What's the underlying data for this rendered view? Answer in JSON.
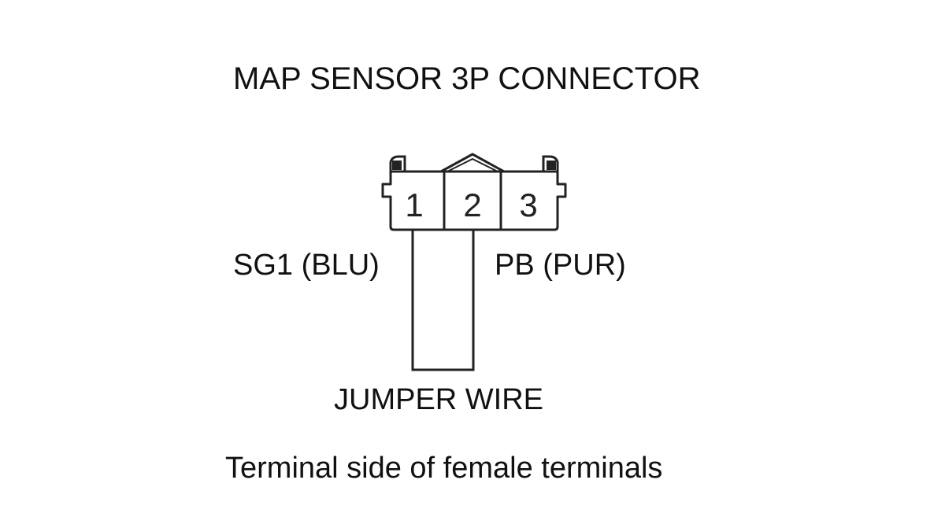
{
  "diagram": {
    "title": "MAP SENSOR 3P CONNECTOR",
    "connector": {
      "pins": [
        "1",
        "2",
        "3"
      ]
    },
    "wires": {
      "left_label": "SG1 (BLU)",
      "right_label": "PB (PUR)",
      "jumper_label": "JUMPER WIRE"
    },
    "footer": "Terminal side of female terminals"
  },
  "colors": {
    "line": "#222222",
    "text": "#111111",
    "background": "#ffffff"
  }
}
